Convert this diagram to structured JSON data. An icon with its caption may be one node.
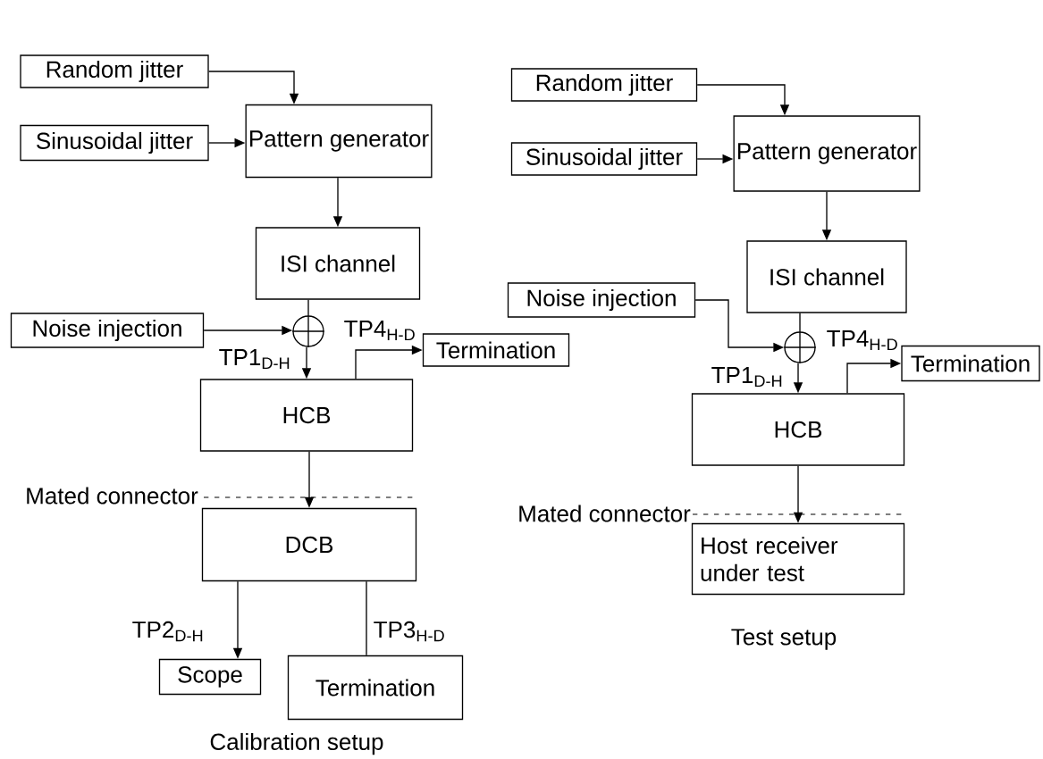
{
  "diagram": {
    "nodes": [
      {
        "text": [
          "Random jitter"
        ]
      },
      {
        "text": [
          "Sinusoidal jitter"
        ]
      },
      {
        "text": [
          "Pattern generator"
        ]
      },
      {
        "text": [
          "ISI channel"
        ]
      },
      {
        "text": [
          "Noise injection"
        ]
      },
      {
        "text": [],
        "shape": "circle"
      },
      {
        "text": [
          "Termination"
        ]
      },
      {
        "text": [
          "HCB"
        ]
      },
      {
        "text": [
          "DCB"
        ]
      },
      {
        "text": [
          "Scope"
        ]
      },
      {
        "text": [
          "Termination"
        ]
      },
      {
        "text": [
          "Random jitter"
        ]
      },
      {
        "text": [
          "Sinusoidal jitter"
        ]
      },
      {
        "text": [
          "Pattern generator"
        ]
      },
      {
        "text": [
          "ISI channel"
        ]
      },
      {
        "text": [
          "Noise injection"
        ]
      },
      {
        "text": [],
        "shape": "circle"
      },
      {
        "text": [
          "Termination"
        ]
      },
      {
        "text": [
          "HCB"
        ]
      },
      {
        "text": [
          "Host receiver under test"
        ]
      }
    ],
    "edges": [
      {
        "from": 0,
        "to": 2,
        "arrow": "to"
      },
      {
        "from": 1,
        "to": 2,
        "arrow": "to"
      },
      {
        "from": 2,
        "to": 3,
        "arrow": "to"
      },
      {
        "from": 3,
        "to": 5,
        "arrow": "none"
      },
      {
        "from": 4,
        "to": 5,
        "arrow": "to"
      },
      {
        "from": 5,
        "to": 7,
        "arrow": "to",
        "label": "TP1$_{D-H}$"
      },
      {
        "from": 7,
        "to": 6,
        "arrow": "to",
        "label": "TP4$_{H-D}$"
      },
      {
        "from": 7,
        "to": 8,
        "arrow": "to"
      },
      {
        "from": 8,
        "to": 9,
        "arrow": "to",
        "label": "TP2$_{D-H}$"
      },
      {
        "from": 8,
        "to": 10,
        "arrow": "none",
        "label": "TP3$_{H-D}$"
      },
      {
        "from": 11,
        "to": 13,
        "arrow": "to"
      },
      {
        "from": 12,
        "to": 13,
        "arrow": "to"
      },
      {
        "from": 13,
        "to": 14,
        "arrow": "to"
      },
      {
        "from": 14,
        "to": 16,
        "arrow": "none"
      },
      {
        "from": 15,
        "to": 16,
        "arrow": "to"
      },
      {
        "from": 16,
        "to": 18,
        "arrow": "to",
        "label": "TP1$_{D-H}$"
      },
      {
        "from": 18,
        "to": 17,
        "arrow": "to",
        "label": "TP4$_{H-D}$"
      },
      {
        "from": 18,
        "to": 19,
        "arrow": "to"
      }
    ],
    "labels": [
      "Mated connector",
      "Mated connector",
      "Calibration setup",
      "Test setup"
    ]
  }
}
